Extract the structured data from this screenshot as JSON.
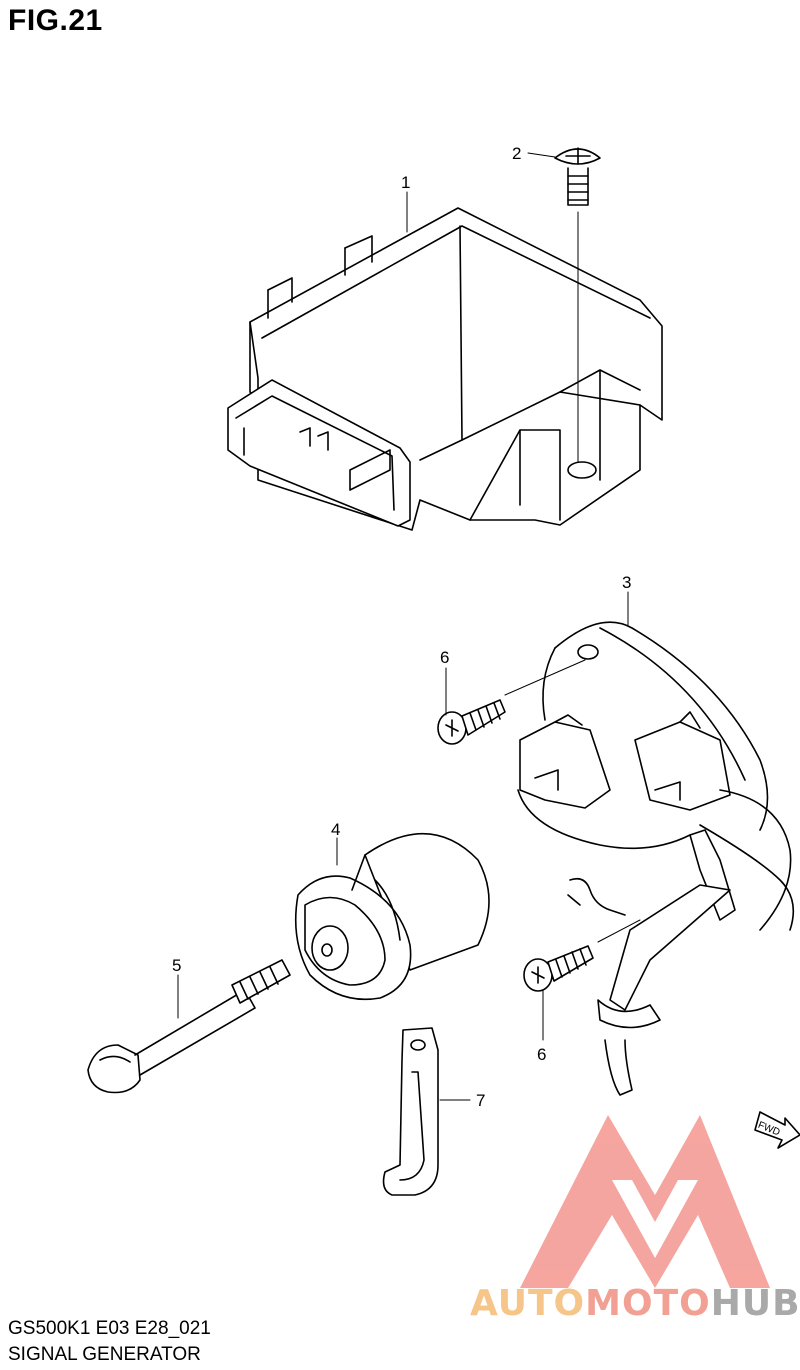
{
  "figure": {
    "title": "FIG.21"
  },
  "callouts": [
    "1",
    "2",
    "3",
    "4",
    "5",
    "6",
    "6",
    "7"
  ],
  "fwd_arrow": {
    "label": "FWD"
  },
  "footer": {
    "code": "GS500K1 E03 E28_021",
    "name": "SIGNAL GENERATOR"
  },
  "watermark": {
    "auto": "AUTO",
    "moto": "MOTO",
    "hub": "HUB",
    "colors": {
      "auto": "#f5c58a",
      "moto": "#f2a093",
      "hub": "#a9a9a9",
      "logo": "#f5a19a"
    }
  }
}
